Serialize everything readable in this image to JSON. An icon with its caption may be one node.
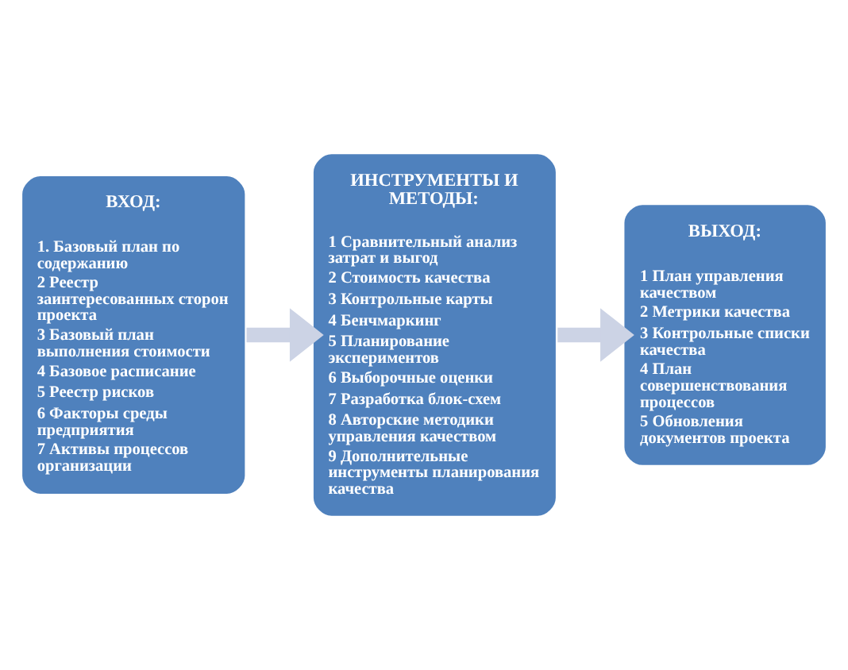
{
  "diagram": {
    "nodes": [
      {
        "text": [
          "ВХОД:",
          "1. Базовый план по содержанию",
          "2 Реестр заинтересованных сторон проекта",
          "3 Базовый план выполнения стоимости",
          "4 Базовое расписание",
          "5 Реестр рисков",
          "6 Факторы среды предприятия",
          "7 Активы процессов организации"
        ]
      },
      {
        "text": [
          "ИНСТРУМЕНТЫ И МЕТОДЫ:",
          "1 Сравнительный анализ затрат и выгод",
          "2 Стоимость качества",
          "3 Контрольные карты",
          "4 Бенчмаркинг",
          "5 Планирование экспериментов",
          "6 Выборочные оценки",
          "7 Разработка блок-схем",
          "8 Авторские методики управления качеством",
          "9 Дополнительные инструменты планирования качества"
        ]
      },
      {
        "text": [
          "ВЫХОД:",
          "1 План управления качеством",
          "2 Метрики качества",
          "3 Контрольные списки качества",
          "4 План совершенствования процессов",
          "5 Обновления документов проекта"
        ]
      }
    ],
    "edges": [
      {
        "from": 0,
        "to": 1,
        "arrow": "to"
      },
      {
        "from": 1,
        "to": 2,
        "arrow": "to"
      }
    ]
  }
}
